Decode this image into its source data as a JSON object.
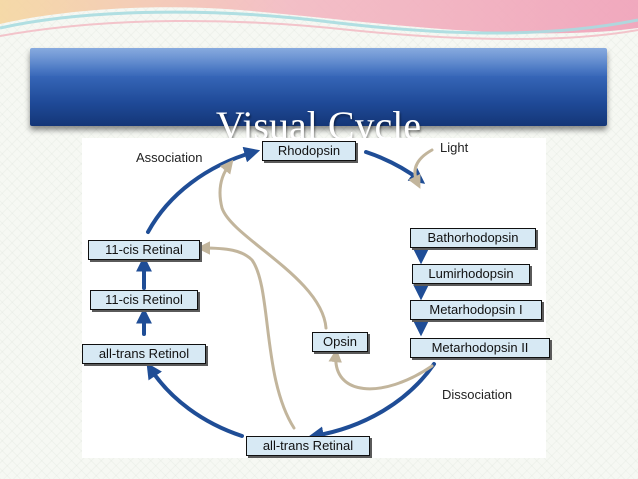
{
  "slide": {
    "title": "Visual Cycle"
  },
  "diagram": {
    "nodes": {
      "rhodopsin": "Rhodopsin",
      "bathorhodopsin": "Bathorhodopsin",
      "lumirhodopsin": "Lumirhodopsin",
      "metarhodopsin_1": "Metarhodopsin I",
      "metarhodopsin_2": "Metarhodopsin II",
      "all_trans_retinal": "all-trans Retinal",
      "all_trans_retinol": "all-trans Retinol",
      "cis_retinol": "11-cis Retinol",
      "cis_retinal": "11-cis Retinal",
      "opsin": "Opsin"
    },
    "labels": {
      "association": "Association",
      "light": "Light",
      "dissociation": "Dissociation"
    }
  },
  "colors": {
    "cycle_arrow": "#1f4d96",
    "side_arrow": "#c2b59c",
    "banner": "#2a57a8"
  }
}
